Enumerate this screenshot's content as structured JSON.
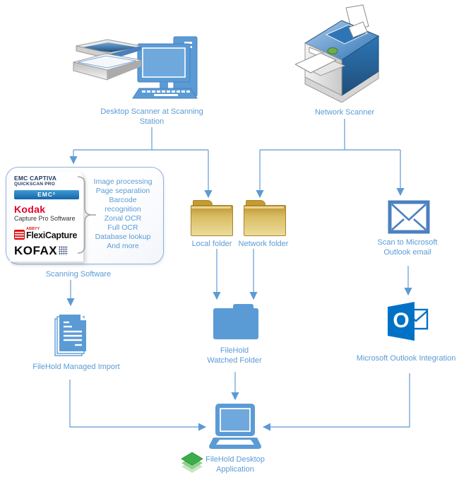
{
  "colors": {
    "label_blue": "#5B9BD5",
    "connector": "#7BA7DB",
    "arrowhead": "#5B9BD5",
    "node_blue": "#5B9BD5",
    "node_blue_light": "#6FA8DC",
    "folder_gold": "#C79B31",
    "outlook_blue": "#0072C6",
    "filehold_green": "#3BAE49"
  },
  "nodes": {
    "desktop_scanner": {
      "label_line1": "Desktop Scanner at Scanning",
      "label_line2": "Station"
    },
    "network_scanner": {
      "label": "Network Scanner"
    },
    "scanning_software": {
      "label": "Scanning Software",
      "logos": {
        "emc_captiva": "EMC CAPTIVA",
        "emc_captiva_sub": "QUICKSCAN PRO",
        "emc_badge": "EMC²",
        "kodak": "Kodak",
        "kodak_sub": "Capture Pro Software",
        "abbyy": "ABBYY",
        "flexicapture": "FlexiCapture",
        "kofax": "KOFAX"
      },
      "features": [
        "Image processing",
        "Page separation",
        "Barcode",
        "recognition",
        "Zonal OCR",
        "Full OCR",
        "Database lookup",
        "And more"
      ]
    },
    "local_folder": {
      "label": "Local folder"
    },
    "network_folder": {
      "label": "Network folder"
    },
    "scan_to_outlook": {
      "label_line1": "Scan to Microsoft",
      "label_line2": "Outlook email"
    },
    "outlook_integration": {
      "label": "Microsoft Outlook Integration",
      "logo_letter": "O"
    },
    "managed_import": {
      "label": "FileHold Managed Import"
    },
    "watched_folder": {
      "label_line1": "FileHold",
      "label_line2": "Watched Folder"
    },
    "desktop_application": {
      "label_line1": "FileHold Desktop",
      "label_line2": "Application"
    }
  }
}
